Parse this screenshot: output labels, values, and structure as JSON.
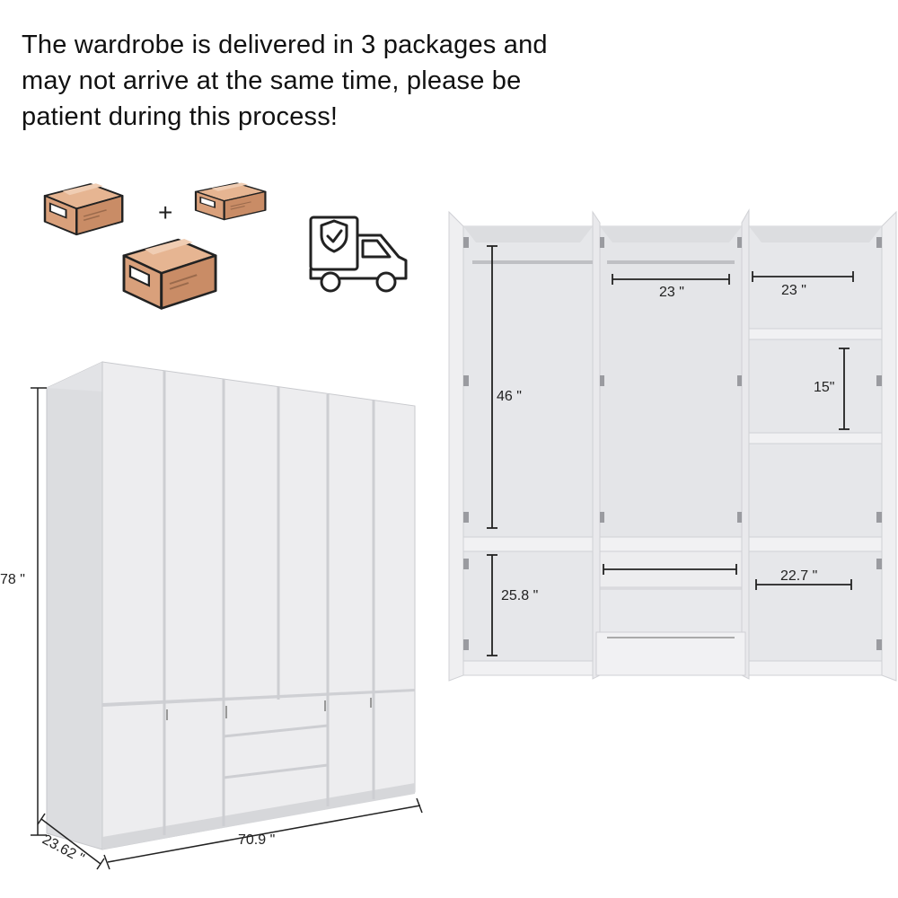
{
  "headline": {
    "lines": [
      "The wardrobe is delivered in 3 packages and",
      "may not arrive at the same time, please be",
      "patient during this process!"
    ]
  },
  "packages": {
    "plus_sign": "+",
    "icons": [
      "package-box-icon",
      "plus-icon",
      "delivery-truck-shield-icon"
    ]
  },
  "closed_wardrobe": {
    "height_label": "78 \"",
    "width_label": "70.9 \"",
    "depth_label": "23.62 \""
  },
  "open_wardrobe": {
    "hanging_height_label": "46 \"",
    "rail_width_center_label": "23 \"",
    "shelf_width_right_label": "23 \"",
    "shelf_spacing_label": "15\"",
    "lower_left_height_label": "25.8 \"",
    "lower_right_width_label": "22.7 \""
  },
  "colors": {
    "panel": "#ebebed",
    "panel_light": "#f3f3f5",
    "interior": "#e4e5e8",
    "edge": "#c9cace",
    "box": "#d9a07b",
    "box_dark": "#b8825e",
    "outline": "#222222"
  }
}
